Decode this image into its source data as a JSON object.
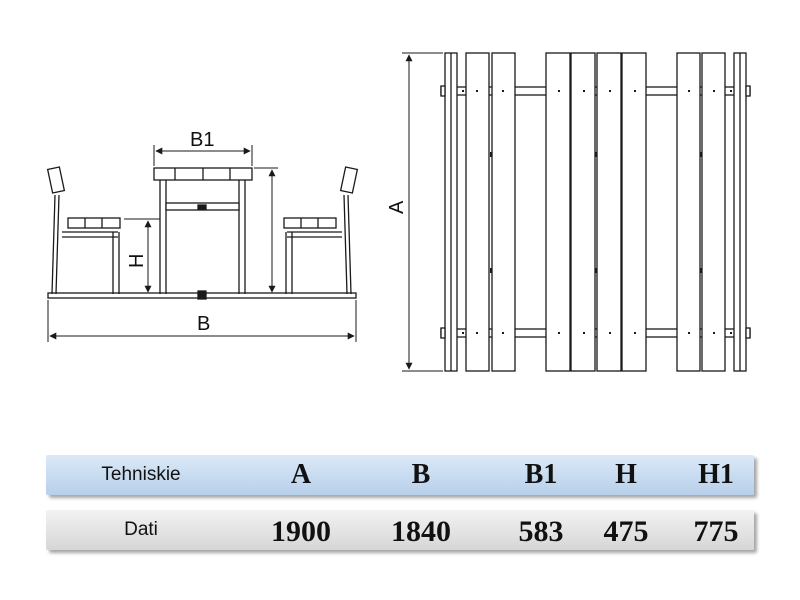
{
  "dimensions": {
    "b1": "B1",
    "h": "H",
    "b": "B",
    "a": "A"
  },
  "table": {
    "header": {
      "label": "Tehniskie",
      "columns": [
        "A",
        "B",
        "B1",
        "H",
        "H1"
      ]
    },
    "values_row": {
      "label": "Dati",
      "values": [
        "1900",
        "1840",
        "583",
        "475",
        "775"
      ]
    }
  },
  "colors": {
    "line": "#1a1a1a",
    "header_row": "#c7dbf0",
    "values_row": "#e3e3e3"
  }
}
